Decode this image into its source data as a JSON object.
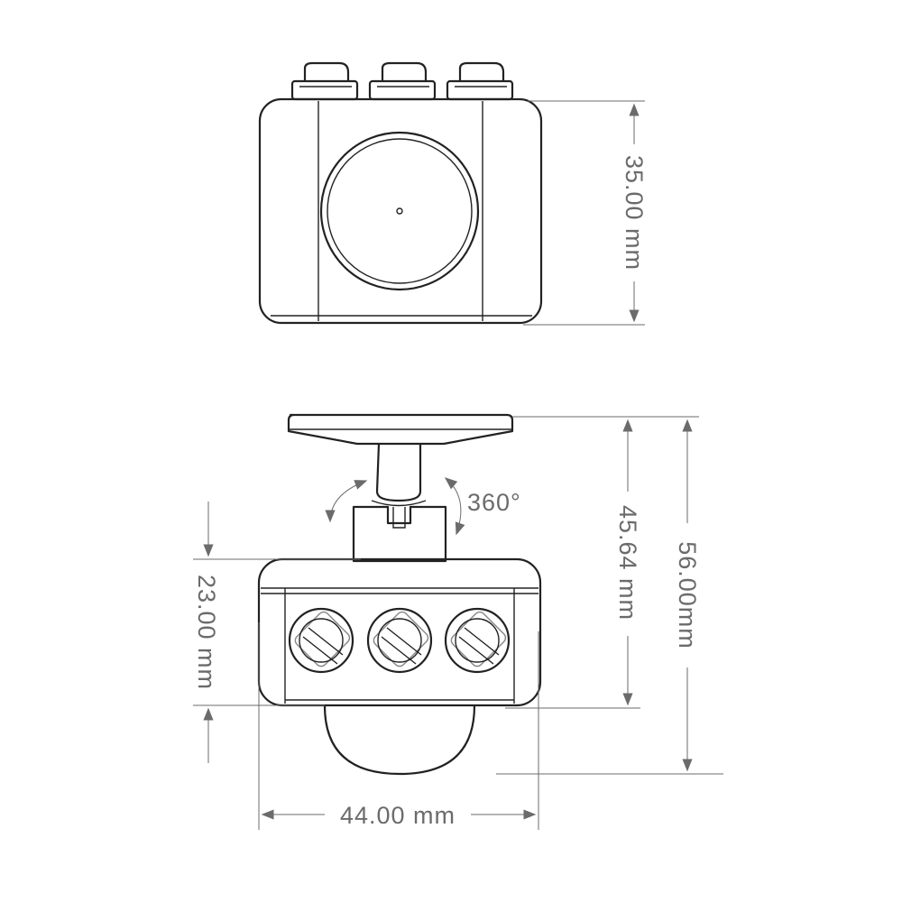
{
  "dimensions": {
    "top_view_height": "35.00 mm",
    "side_view_mount_height": "45.64 mm",
    "side_view_total_height": "56.00mm",
    "side_view_body_height": "23.00 mm",
    "width": "44.00 mm",
    "rotation": "360°"
  }
}
